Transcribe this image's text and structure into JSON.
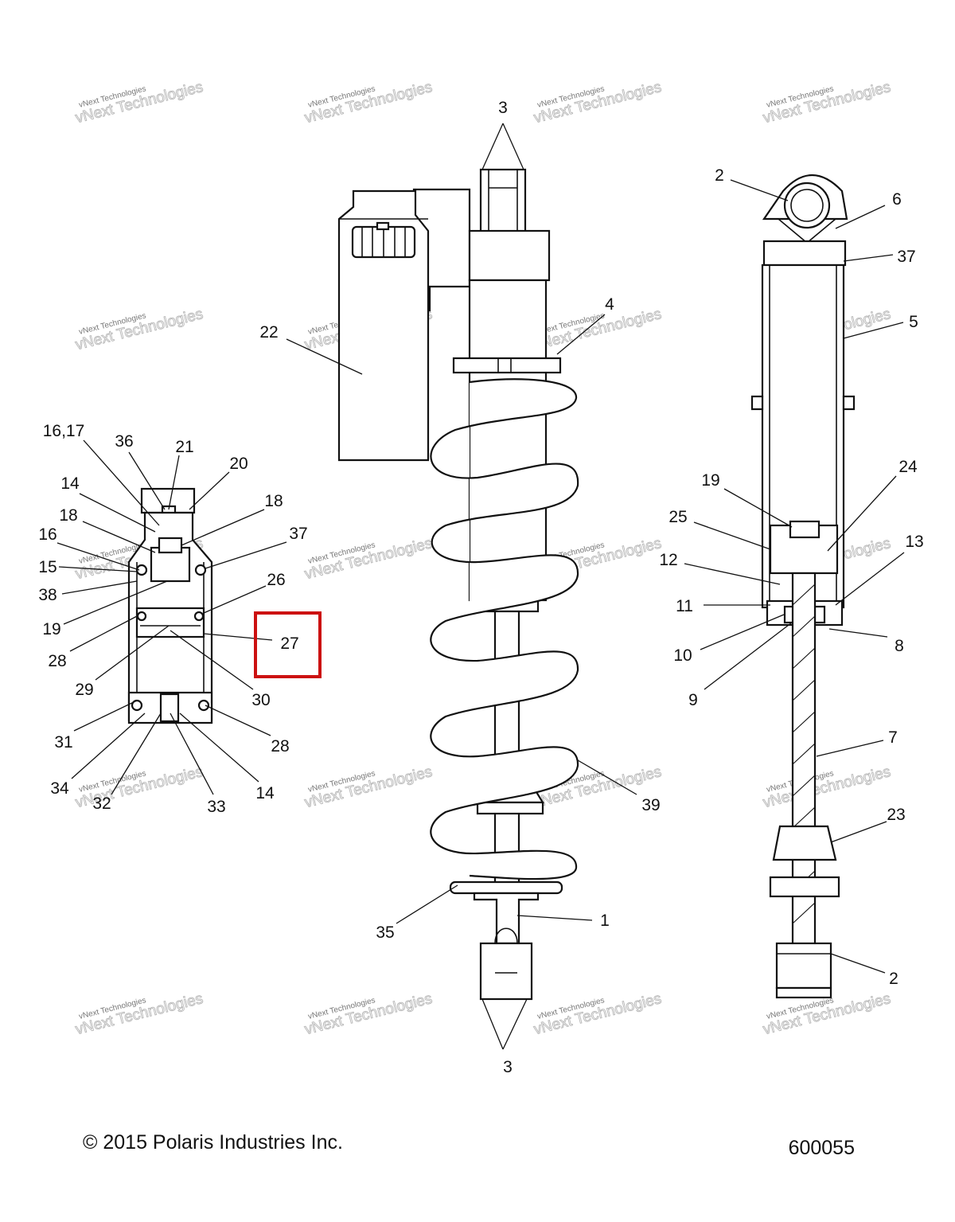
{
  "footer": {
    "copyright": "© 2015 Polaris Industries Inc.",
    "figure_number": "600055"
  },
  "watermark": {
    "line1": "vNext Technologies",
    "line2": "vNext Technologies"
  },
  "highlight": {
    "callout": "27",
    "color": "#cc1111"
  },
  "callouts": {
    "c1": "1",
    "c2": "2",
    "c2b": "2",
    "c3a": "3",
    "c3b": "3",
    "c4": "4",
    "c5": "5",
    "c6": "6",
    "c7": "7",
    "c8": "8",
    "c9": "9",
    "c10": "10",
    "c11": "11",
    "c12": "12",
    "c13": "13",
    "c14a": "14",
    "c14b": "14",
    "c15": "15",
    "c16": "16",
    "c1617": "16,17",
    "c18a": "18",
    "c18b": "18",
    "c19a": "19",
    "c19b": "19",
    "c20": "20",
    "c21": "21",
    "c22": "22",
    "c23": "23",
    "c24": "24",
    "c25": "25",
    "c26": "26",
    "c27": "27",
    "c28a": "28",
    "c28b": "28",
    "c29": "29",
    "c30": "30",
    "c31": "31",
    "c32": "32",
    "c33": "33",
    "c34": "34",
    "c35": "35",
    "c36": "36",
    "c37a": "37",
    "c37b": "37",
    "c38": "38",
    "c39": "39"
  }
}
